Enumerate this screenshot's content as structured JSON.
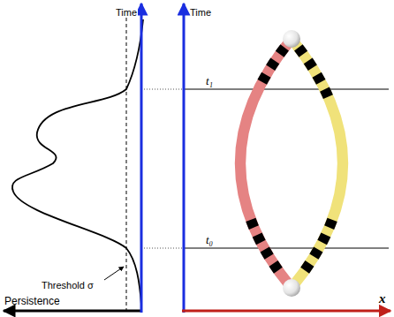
{
  "diagram": {
    "labels": [
      "Time",
      "Time",
      "t₁",
      "t₀",
      "Threshold σ",
      "Persistence",
      "x"
    ]
  }
}
